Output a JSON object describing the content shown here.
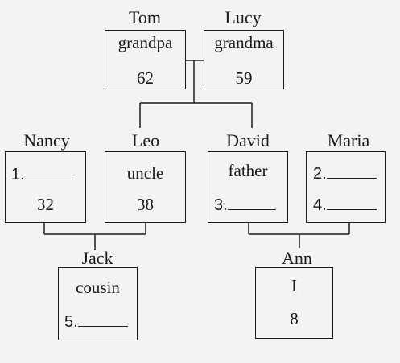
{
  "tree": {
    "tom": {
      "name": "Tom",
      "role": "grandpa",
      "age": "62"
    },
    "lucy": {
      "name": "Lucy",
      "role": "grandma",
      "age": "59"
    },
    "nancy": {
      "name": "Nancy",
      "blank_top": "1.",
      "age": "32"
    },
    "leo": {
      "name": "Leo",
      "role": "uncle",
      "age": "38"
    },
    "david": {
      "name": "David",
      "role": "father",
      "blank_bottom": "3."
    },
    "maria": {
      "name": "Maria",
      "blank_top": "2.",
      "blank_bottom": "4."
    },
    "jack": {
      "name": "Jack",
      "role": "cousin",
      "blank_bottom": "5."
    },
    "ann": {
      "name": "Ann",
      "role": "I",
      "age": "8"
    }
  }
}
